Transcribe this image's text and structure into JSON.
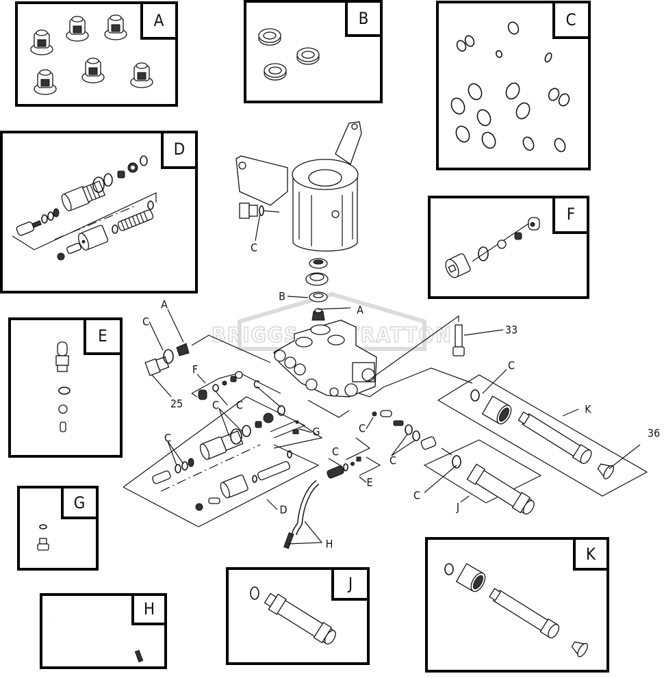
{
  "diagram": {
    "title": "Pump exploded parts diagram",
    "watermark": "BRIGGS & STRATTON",
    "kits": [
      {
        "id": "A",
        "label": "A",
        "contents": "Check valves (6)"
      },
      {
        "id": "B",
        "label": "B",
        "contents": "Seals (3)"
      },
      {
        "id": "C",
        "label": "C",
        "contents": "O-rings"
      },
      {
        "id": "D",
        "label": "D",
        "contents": "Unloader assembly"
      },
      {
        "id": "E",
        "label": "E",
        "contents": "Injector assembly"
      },
      {
        "id": "F",
        "label": "F",
        "contents": "Thermal relief valve"
      },
      {
        "id": "G",
        "label": "G",
        "contents": "Plug & washer"
      },
      {
        "id": "H",
        "label": "H",
        "contents": "Hose & barb"
      },
      {
        "id": "J",
        "label": "J",
        "contents": "Outlet fitting"
      },
      {
        "id": "K",
        "label": "K",
        "contents": "Inlet fitting w/ filter"
      }
    ],
    "callouts": {
      "c_crank": "C",
      "b_main": "B",
      "a_main": "A",
      "a_left": "A",
      "c_left": "C",
      "n25": "25",
      "f_main": "F",
      "c_f": "C",
      "c_unl1": "C",
      "c_unl2": "C",
      "c_unl3": "C",
      "g_main": "G",
      "c_inj": "C",
      "e_main": "E",
      "d_main": "D",
      "h_main": "H",
      "n33": "33",
      "c_k": "C",
      "k_main": "K",
      "n36": "36",
      "c_mid": "C",
      "c_mid2": "C",
      "c_j": "C",
      "j_main": "J"
    }
  }
}
